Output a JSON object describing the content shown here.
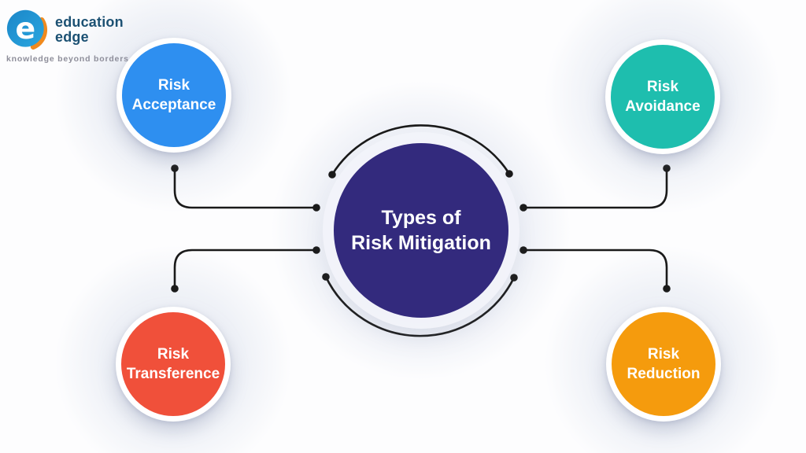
{
  "logo": {
    "name_line1": "education",
    "name_line2": "edge",
    "tagline": "knowledge beyond borders",
    "mark_colors": {
      "circle_blue_dark": "#1b86c8",
      "circle_blue_light": "#2aa7e0",
      "crescent_orange": "#f08a1e",
      "letter": "#ffffff"
    },
    "text_color": "#1c5173",
    "tagline_color": "#8e8e9a"
  },
  "center": {
    "line1": "Types of",
    "line2": "Risk Mitigation",
    "color": "#332a7d",
    "text_color": "#ffffff"
  },
  "nodes": [
    {
      "id": "risk-acceptance",
      "line1": "Risk",
      "line2": "Acceptance",
      "color": "#2e8ff0",
      "position": "top-left"
    },
    {
      "id": "risk-avoidance",
      "line1": "Risk",
      "line2": "Avoidance",
      "color": "#1ebeae",
      "position": "top-right"
    },
    {
      "id": "risk-transference",
      "line1": "Risk",
      "line2": "Transference",
      "color": "#f0503a",
      "position": "bottom-left"
    },
    {
      "id": "risk-reduction",
      "line1": "Risk",
      "line2": "Reduction",
      "color": "#f59b0d",
      "position": "bottom-right"
    }
  ],
  "connectors": {
    "color": "#1a1a1a",
    "dot_color": "#1a1a1a"
  },
  "background_color": "#fdfdfe"
}
